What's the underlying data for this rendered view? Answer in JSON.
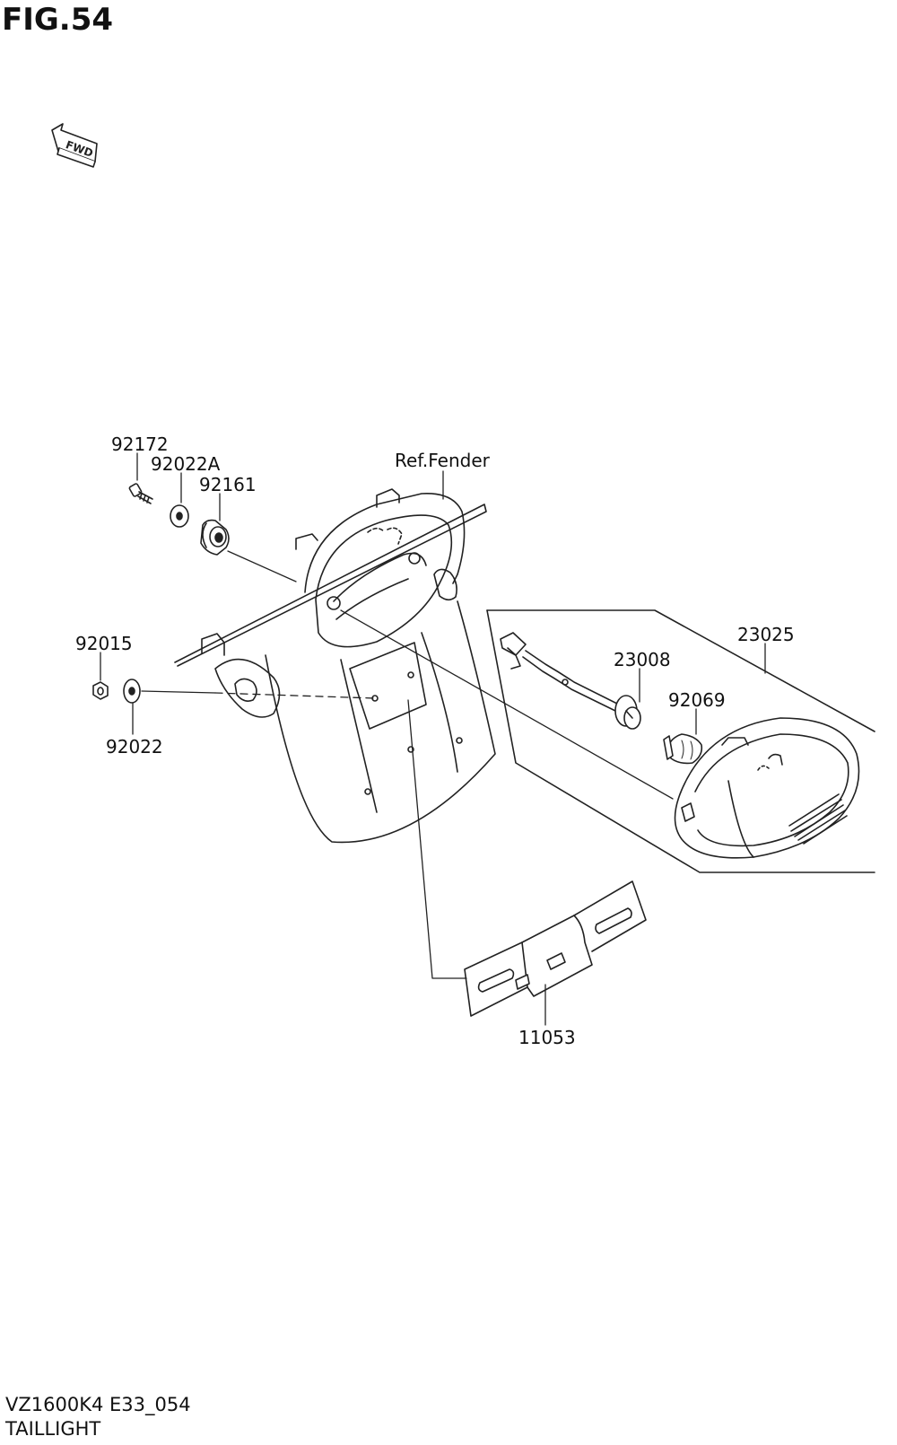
{
  "figure": {
    "title": "FIG.54"
  },
  "direction_marker": {
    "text": "FWD",
    "icon": "fwd-arrow-icon"
  },
  "callouts": {
    "c92172": "92172",
    "c92022A": "92022A",
    "c92161": "92161",
    "ref_fender": "Ref.Fender",
    "c92015": "92015",
    "c92022": "92022",
    "c23025": "23025",
    "c23008": "23008",
    "c92069": "92069",
    "c11053": "11053"
  },
  "footer": {
    "model_code": "VZ1600K4 E33_054",
    "section": "TAILLIGHT"
  }
}
